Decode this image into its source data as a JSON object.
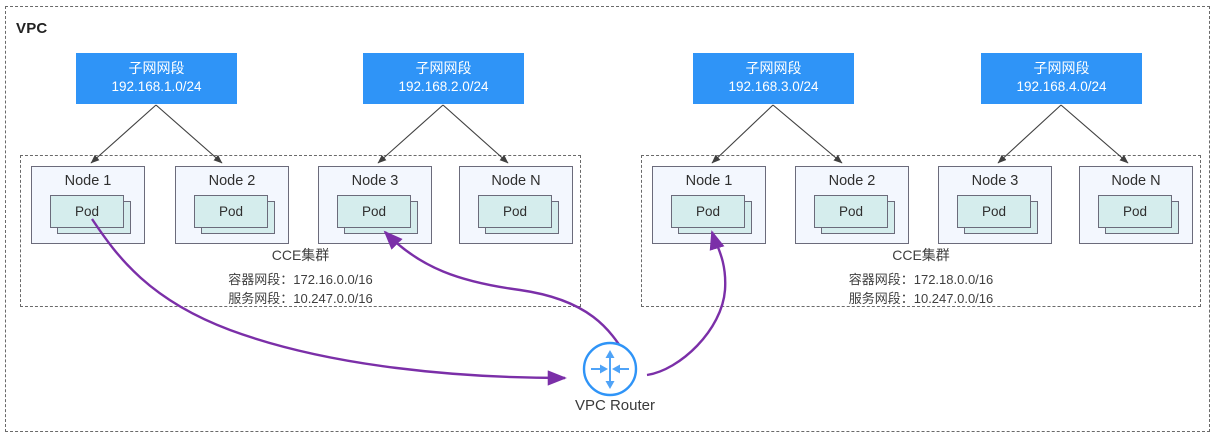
{
  "diagram": {
    "vpc_label": "VPC",
    "router": {
      "label": "VPC Router",
      "icon": "router-icon",
      "color": "#2f94f7"
    },
    "colors": {
      "subnet_fill": "#2f94f7",
      "subnet_text": "#ffffff",
      "node_fill": "#f3f7fe",
      "node_border": "#6b6b7b",
      "pod_fill": "#d5eded",
      "dashed_border": "#6a6a6a",
      "flow_arrow": "#7b2fa8",
      "plain_arrow": "#404040"
    },
    "subnets": [
      {
        "name": "子网网段",
        "cidr": "192.168.1.0/24"
      },
      {
        "name": "子网网段",
        "cidr": "192.168.2.0/24"
      },
      {
        "name": "子网网段",
        "cidr": "192.168.3.0/24"
      },
      {
        "name": "子网网段",
        "cidr": "192.168.4.0/24"
      }
    ],
    "clusters": [
      {
        "title": "CCE集群",
        "container_cidr": "容器网段：172.16.0.0/16",
        "service_cidr": "服务网段：10.247.0.0/16",
        "nodes": [
          {
            "label": "Node 1",
            "pod_label": "Pod"
          },
          {
            "label": "Node 2",
            "pod_label": "Pod"
          },
          {
            "label": "Node 3",
            "pod_label": "Pod"
          },
          {
            "label": "Node N",
            "pod_label": "Pod"
          }
        ]
      },
      {
        "title": "CCE集群",
        "container_cidr": "容器网段：172.18.0.0/16",
        "service_cidr": "服务网段：10.247.0.0/16",
        "nodes": [
          {
            "label": "Node 1",
            "pod_label": "Pod"
          },
          {
            "label": "Node 2",
            "pod_label": "Pod"
          },
          {
            "label": "Node 3",
            "pod_label": "Pod"
          },
          {
            "label": "Node N",
            "pod_label": "Pod"
          }
        ]
      }
    ]
  }
}
